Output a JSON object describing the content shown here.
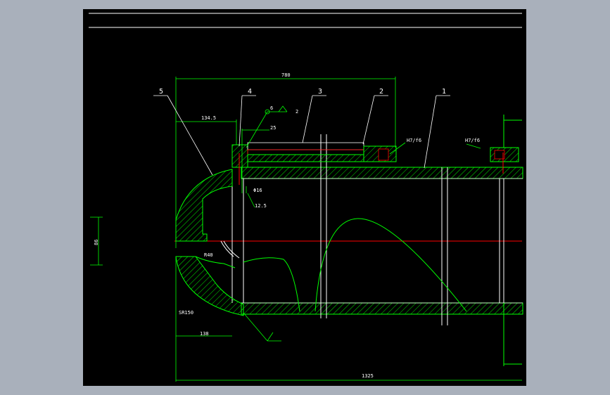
{
  "colors": {
    "window_bg": "#a9b0bb",
    "canvas_bg": "#000000",
    "geometry": "#00ff00",
    "centerline": "#ff0000",
    "frame": "#ffffff",
    "text": "#ffffff",
    "outline": "#ffffff"
  },
  "part_labels": [
    "5",
    "4",
    "3",
    "2",
    "1"
  ],
  "dimensions": {
    "top_overall": "780",
    "offset_left": "134.5",
    "inner_len": "25",
    "hole_dia": "Φ16",
    "hole_depth": "12.5",
    "vertical_left": "86",
    "bottom_left": "138",
    "bottom_overall": "1325"
  },
  "annotations": {
    "radius_inner": "R40",
    "sphere_radius": "SR150",
    "weld_size": "6",
    "weld_ref": "2",
    "fit_left": "H7/f6",
    "fit_right": "H7/f6"
  }
}
